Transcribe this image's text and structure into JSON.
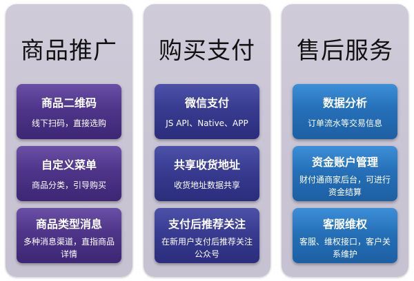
{
  "columns": [
    {
      "title": "商品推广",
      "cards": [
        {
          "title": "商品二维码",
          "desc": "线下扫码，直接选购"
        },
        {
          "title": "自定义菜单",
          "desc": "商品分类，引导购买"
        },
        {
          "title": "商品类型消息",
          "desc": "多种消息渠道，直指商品详情"
        }
      ]
    },
    {
      "title": "购买支付",
      "cards": [
        {
          "title": "微信支付",
          "desc": "JS API、Native、APP"
        },
        {
          "title": "共享收货地址",
          "desc": "收货地址数据共享"
        },
        {
          "title": "支付后推荐关注",
          "desc": "在新用户支付后推荐关注公众号"
        }
      ]
    },
    {
      "title": "售后服务",
      "cards": [
        {
          "title": "数据分析",
          "desc": "订单流水等交易信息"
        },
        {
          "title": "资金账户管理",
          "desc": "财付通商家后台，可进行资金结算"
        },
        {
          "title": "客服维权",
          "desc": "客服、维权接口，客户关系维护"
        }
      ]
    }
  ],
  "colors": {
    "panel": "#cbc7d6",
    "col1_card": "#4f3589",
    "col2_card": "#383b90",
    "col3_card": "#2570b8"
  }
}
